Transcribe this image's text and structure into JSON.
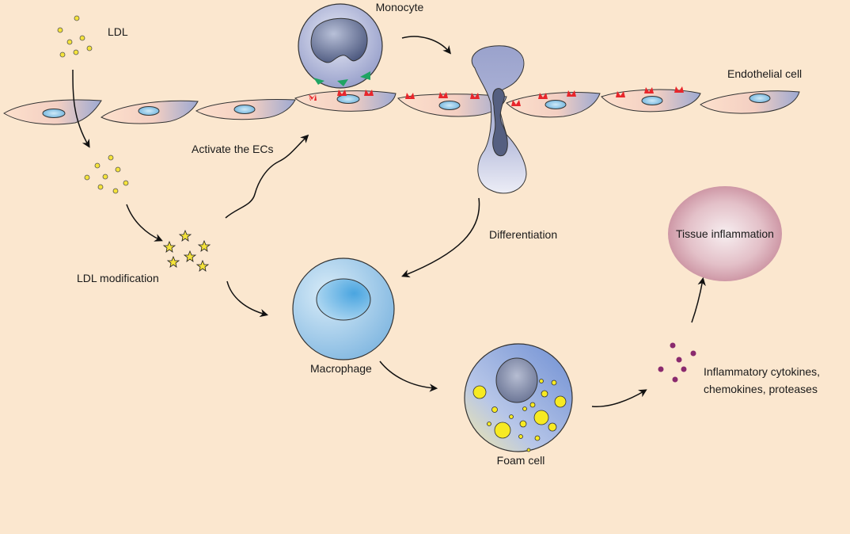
{
  "labels": {
    "ldl": "LDL",
    "monocyte": "Monocyte",
    "endothelial_cell": "Endothelial cell",
    "activate_ecs": "Activate the ECs",
    "differentiation": "Differentiation",
    "tissue_inflammation": "Tissue inflammation",
    "ldl_modification": "LDL modification",
    "macrophage": "Macrophage",
    "foam_cell": "Foam cell",
    "cytokines_line1": "Inflammatory cytokines,",
    "cytokines_line2": "chemokines, proteases"
  },
  "colors": {
    "background": "#fbe7cf",
    "ldl_particle": "#f5e33a",
    "receptor_red": "#e8262b",
    "receptor_green": "#1fa463",
    "cytokine": "#8a2a6e",
    "monocyte": "#aab0d2",
    "macrophage": "#a9d4ee"
  }
}
